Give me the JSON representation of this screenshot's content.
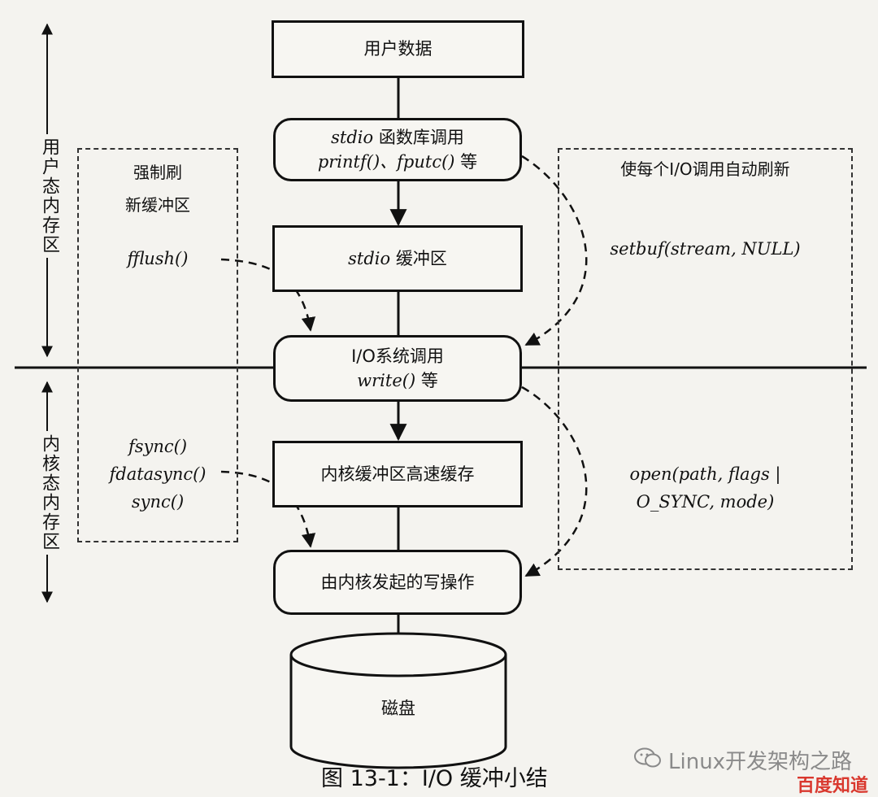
{
  "nodes": {
    "user_data": "用户数据",
    "stdio_line1_prefix": "stdio",
    "stdio_line1_suffix": " 函数库调用",
    "stdio_line2_funcs": "printf()、fputc()",
    "stdio_line2_suffix": " 等",
    "stdio_buffer_prefix": "stdio",
    "stdio_buffer_suffix": " 缓冲区",
    "syscall_line1": "I/O系统调用",
    "syscall_line2_func": "write()",
    "syscall_line2_suffix": " 等",
    "kernel_cache": "内核缓冲区高速缓存",
    "kernel_write": "由内核发起的写操作",
    "disk": "磁盘"
  },
  "side_labels": {
    "user_space": "用户态内存区",
    "kernel_space": "内核态内存区"
  },
  "left_panel": {
    "title_line1": "强制刷",
    "title_line2": "新缓冲区",
    "fflush": "fflush()",
    "fsync": "fsync()",
    "fdatasync": "fdatasync()",
    "sync": "sync()"
  },
  "right_panel": {
    "title": "使每个I/O调用自动刷新",
    "setbuf": "setbuf(stream, NULL)",
    "open_line1": "open(path, flags |",
    "open_line2": "O_SYNC, mode)"
  },
  "caption": "图 13-1：I/O 缓冲小结",
  "watermark": "Linux开发架构之路",
  "site_mark": "百度知道"
}
